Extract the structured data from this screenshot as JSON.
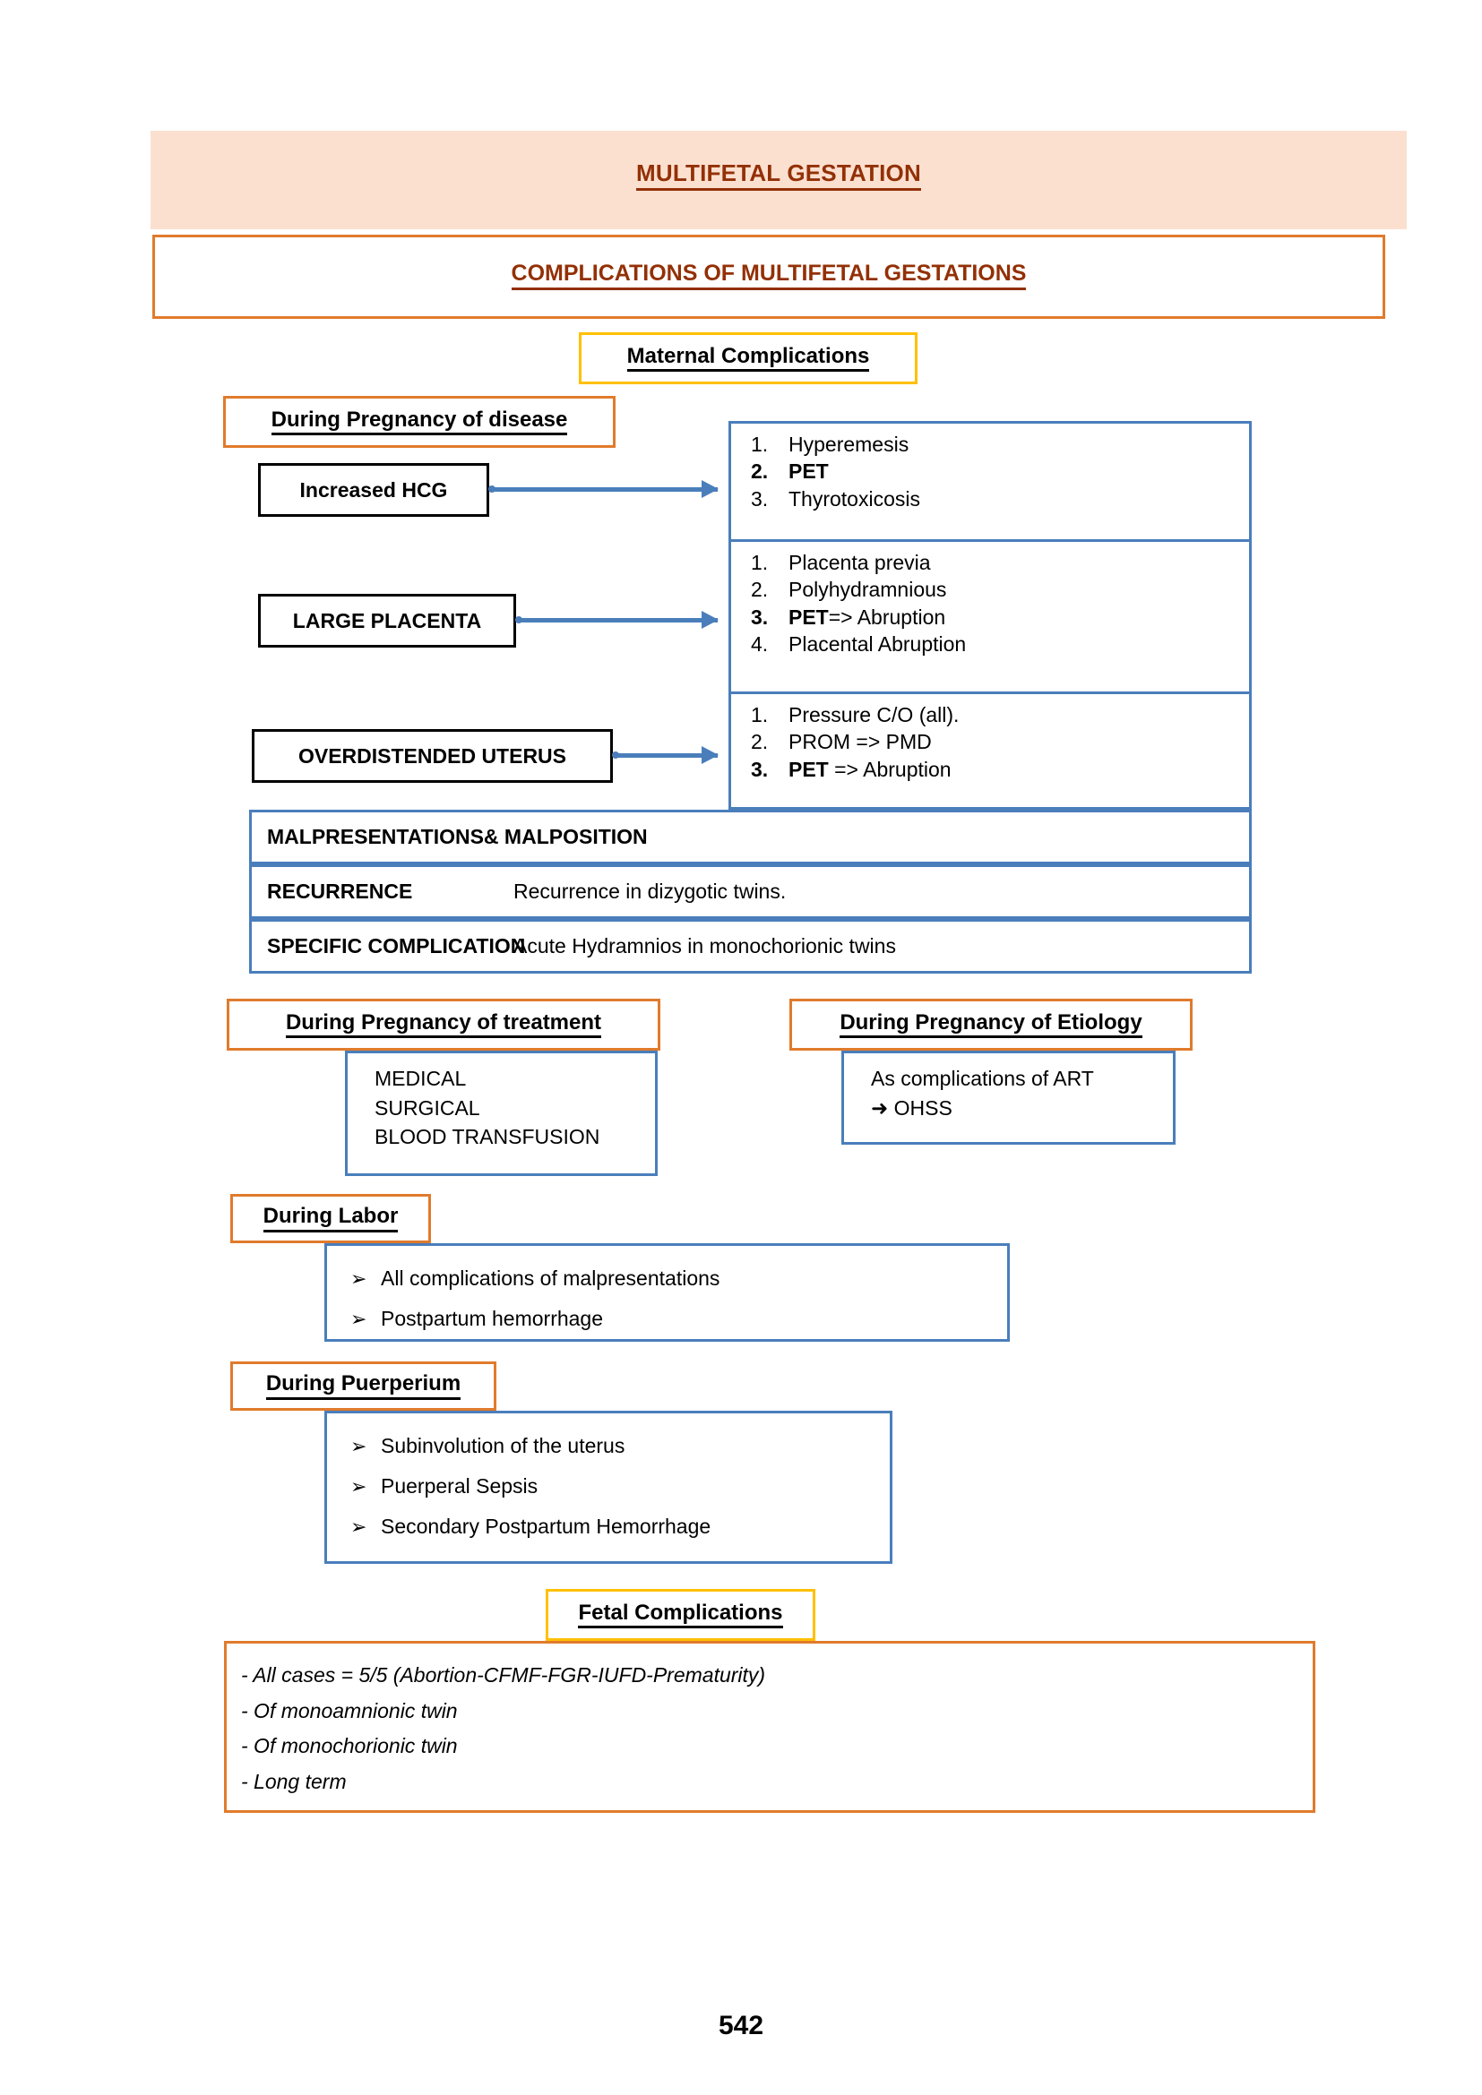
{
  "header": {
    "title": "MULTIFETAL GESTATION",
    "band_color": "#FBE0D0",
    "text_color": "#933006"
  },
  "subtitle": {
    "title": "COMPLICATIONS OF MULTIFETAL GESTATIONS",
    "border_color": "#E07B2C"
  },
  "sections": {
    "maternal_label": "Maternal Complications",
    "fetal_label": "Fetal Complications",
    "during_pregnancy_disease": "During Pregnancy of disease",
    "during_pregnancy_treatment": "During Pregnancy of treatment",
    "during_pregnancy_etiology": "During Pregnancy of Etiology",
    "during_labor": "During Labor",
    "during_puerperium": "During Puerperium"
  },
  "causes": {
    "increased_hcg": "Increased HCG",
    "large_placenta": "LARGE PLACENTA",
    "overdistended_uterus": "OVERDISTENDED UTERUS"
  },
  "lists": {
    "hcg_effects": [
      {
        "num": "1.",
        "text": "Hyperemesis",
        "bold": false
      },
      {
        "num": "2.",
        "text": "PET",
        "bold": true
      },
      {
        "num": "3.",
        "text": "Thyrotoxicosis",
        "bold": false
      }
    ],
    "placenta_effects": [
      {
        "num": "1.",
        "text": "Placenta previa",
        "bold": false
      },
      {
        "num": "2.",
        "text": "Polyhydramnious",
        "bold": false
      },
      {
        "num": "3.",
        "text": "PET=> Abruption",
        "keyword": "PET",
        "rest": "=> Abruption",
        "bold": true
      },
      {
        "num": "4.",
        "text": "Placental Abruption",
        "bold": false
      }
    ],
    "uterus_effects": [
      {
        "num": "1.",
        "text": "Pressure C/O (all).",
        "bold": false
      },
      {
        "num": "2.",
        "text": "PROM => PMD",
        "bold": false
      },
      {
        "num": "3.",
        "text": "PET => Abruption",
        "keyword": "PET",
        "rest": " => Abruption",
        "bold": true
      }
    ],
    "treatment_items": [
      "MEDICAL",
      "SURGICAL",
      "BLOOD TRANSFUSION"
    ],
    "etiology_items": [
      "As complications of ART",
      "➜ OHSS"
    ],
    "labor_items": [
      "All complications of malpresentations",
      "Postpartum hemorrhage"
    ],
    "puerperium_items": [
      "Subinvolution of the uterus",
      "Puerperal Sepsis",
      "Secondary Postpartum Hemorrhage"
    ],
    "fetal_items": [
      "- All cases = 5/5 (Abortion-CFMF-FGR-IUFD-Prematurity)",
      "- Of monoamnionic twin",
      "- Of monochorionic twin",
      "- Long term"
    ]
  },
  "table_rows": [
    {
      "term": "MALPRESENTATIONS& MALPOSITION",
      "desc": ""
    },
    {
      "term": "RECURRENCE",
      "desc": "Recurrence in dizygotic twins."
    },
    {
      "term": "SPECIFIC COMPLICATION",
      "desc": "Acute Hydramnios in monochorionic twins"
    }
  ],
  "bullet_glyph": "➢",
  "page_number": "542",
  "colors": {
    "orange": "#E07B2C",
    "gold": "#FFC000",
    "blue": "#4A7EBB",
    "brown": "#933006",
    "peach": "#FBE0D0"
  }
}
